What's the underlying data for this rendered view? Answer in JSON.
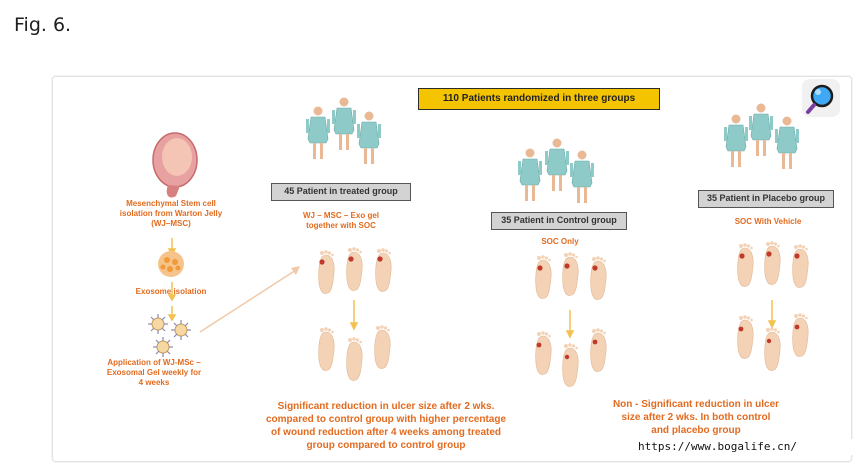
{
  "figure": {
    "label": "Fig. 6."
  },
  "banner": "110 Patients randomized in three groups",
  "process": {
    "step1": "Mesenchymal Stem cell isolation from Warton Jelly (WJ–MSC)",
    "step2": "Exosome isolation",
    "step3": "Application of WJ-MSc – Exosomal Gel weekly for 4 weeks"
  },
  "groups": {
    "treated": {
      "label": "45 Patient in treated group",
      "treatment": "WJ – MSC – Exo gel together with SOC"
    },
    "control": {
      "label": "35 Patient in Control group",
      "treatment": "SOC Only"
    },
    "placebo": {
      "label": "35 Patient in Placebo group",
      "treatment": "SOC With Vehicle"
    }
  },
  "results": {
    "treated": "Significant reduction in ulcer size after 2 wks. compared to control group with higher percentage of wound reduction after 4 weeks among treated group  compared to control group",
    "control_placebo": "Non - Significant reduction in ulcer size after 2 wks. In both control and placebo group"
  },
  "watermark": "https://www.bogalife.cn/",
  "icons": [
    "pregnant-uterus-icon",
    "stem-cell-icon",
    "exosome-icon",
    "patient-icon",
    "foot-icon",
    "magnifier-icon"
  ],
  "colors": {
    "accent": "#e26b1f",
    "banner": "#f5c400",
    "group_box": "#d3d3d3",
    "gown": "#8ecbc8",
    "ulcer": "#c0392b",
    "skin": "#f3d2b5"
  }
}
